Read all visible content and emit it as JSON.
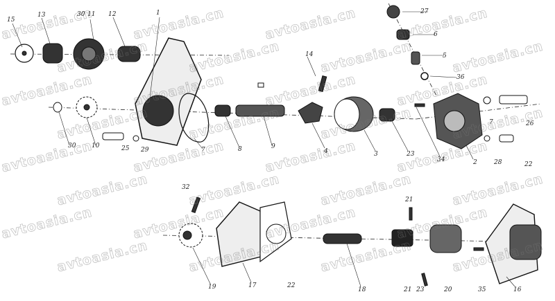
{
  "watermark": "avtoasia.cn",
  "callouts": [
    "15",
    "13",
    "30",
    "11",
    "12",
    "1",
    "30",
    "10",
    "25",
    "29",
    "7",
    "8",
    "9",
    "14",
    "4",
    "3",
    "23",
    "34",
    "2",
    "28",
    "22",
    "27",
    "6",
    "5",
    "36",
    "7",
    "26",
    "32",
    "19",
    "17",
    "22",
    "18",
    "21",
    "21",
    "23",
    "20",
    "35",
    "16"
  ]
}
